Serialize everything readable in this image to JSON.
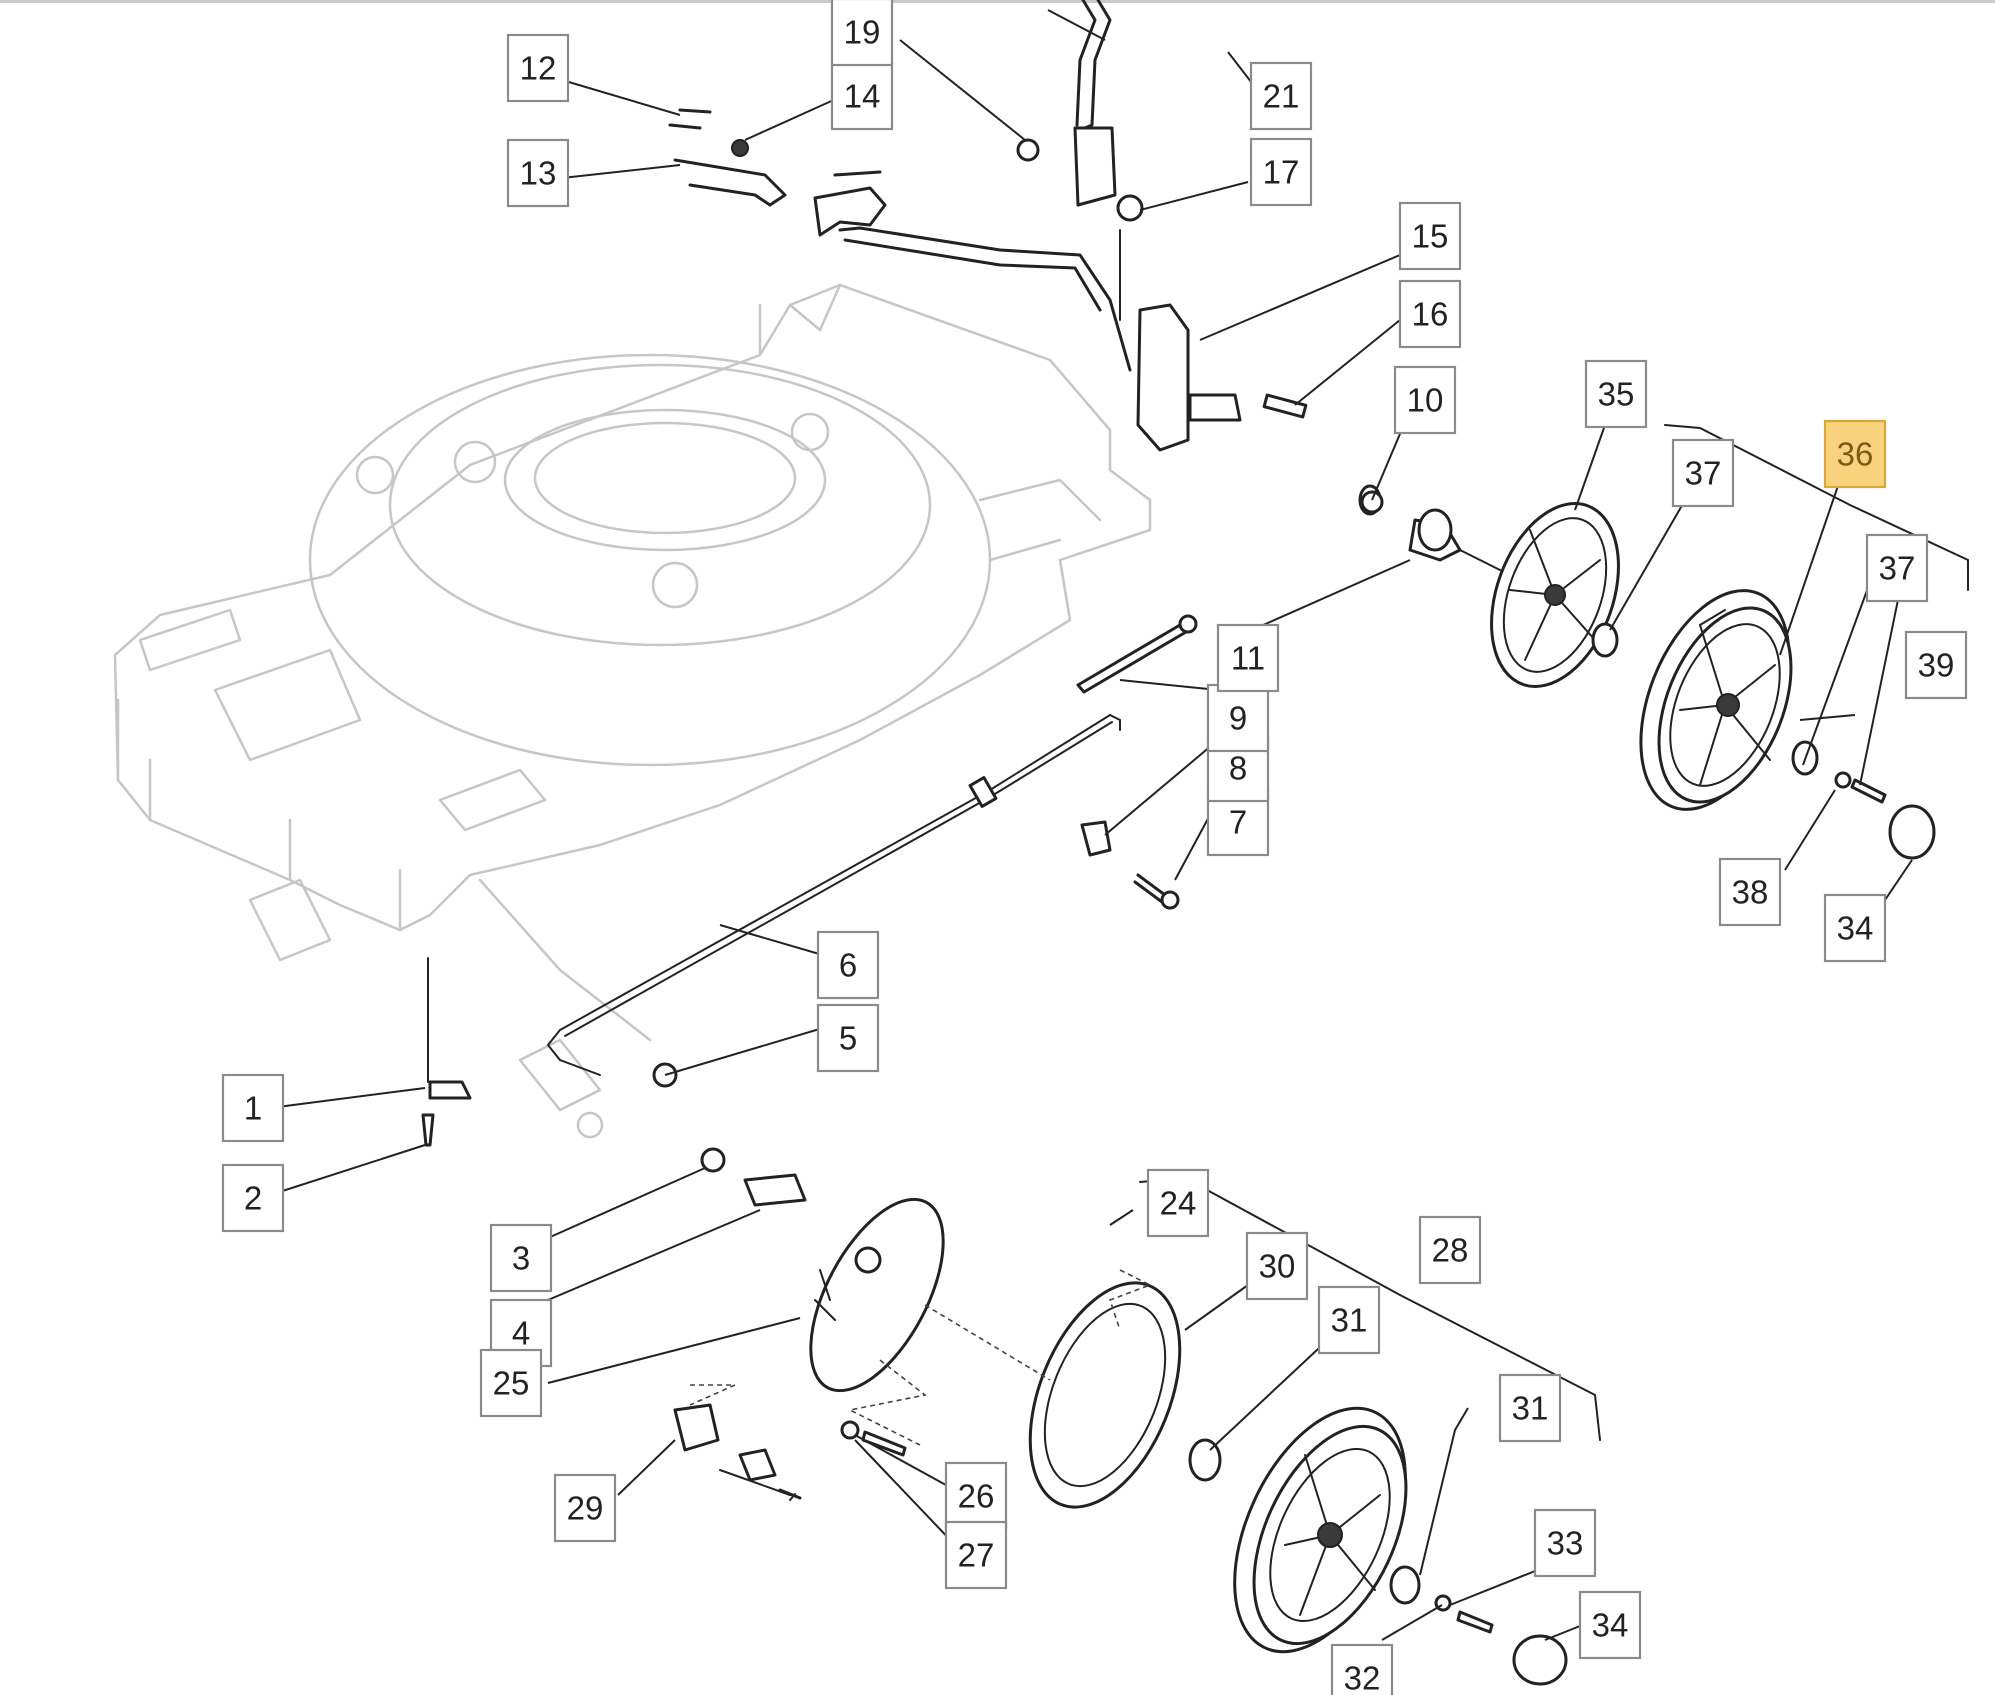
{
  "diagram": {
    "highlight_color": "#f9d27d",
    "highlighted_part": "36"
  },
  "callouts": [
    {
      "label": "1"
    },
    {
      "label": "2"
    },
    {
      "label": "3"
    },
    {
      "label": "4"
    },
    {
      "label": "5"
    },
    {
      "label": "6"
    },
    {
      "label": "7"
    },
    {
      "label": "8"
    },
    {
      "label": "9"
    },
    {
      "label": "10"
    },
    {
      "label": "11"
    },
    {
      "label": "12"
    },
    {
      "label": "13"
    },
    {
      "label": "14"
    },
    {
      "label": "15"
    },
    {
      "label": "16"
    },
    {
      "label": "17"
    },
    {
      "label": "19"
    },
    {
      "label": "21"
    },
    {
      "label": "24"
    },
    {
      "label": "25"
    },
    {
      "label": "26"
    },
    {
      "label": "27"
    },
    {
      "label": "28"
    },
    {
      "label": "29"
    },
    {
      "label": "30"
    },
    {
      "label": "31"
    },
    {
      "label": "31"
    },
    {
      "label": "32"
    },
    {
      "label": "33"
    },
    {
      "label": "34"
    },
    {
      "label": "34"
    },
    {
      "label": "35"
    },
    {
      "label": "36"
    },
    {
      "label": "37"
    },
    {
      "label": "37"
    },
    {
      "label": "38"
    },
    {
      "label": "39"
    }
  ]
}
